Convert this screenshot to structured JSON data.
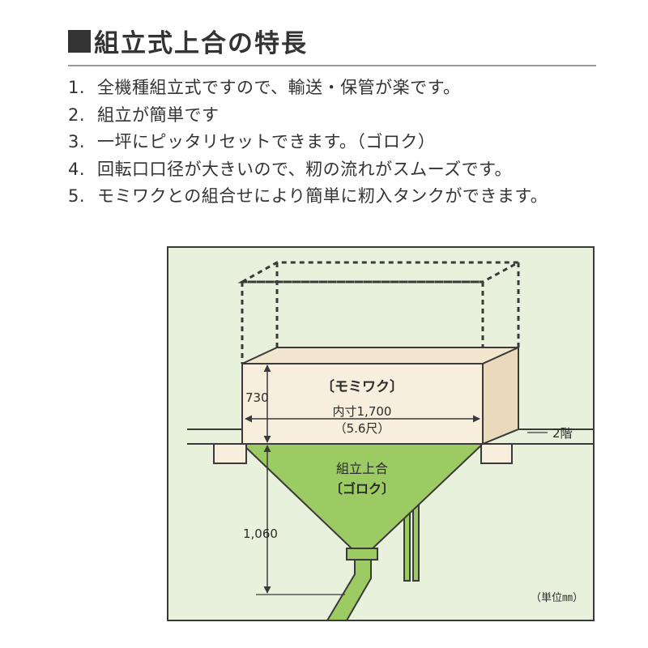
{
  "title": "組立式上合の特長",
  "features": [
    {
      "num": "1.",
      "text": "全機種組立式ですので、輸送・保管が楽です。"
    },
    {
      "num": "2.",
      "text": "組立が簡単です"
    },
    {
      "num": "3.",
      "text": "一坪にピッタリセットできます。（ゴロク）"
    },
    {
      "num": "4.",
      "text": "回転口口径が大きいので、籾の流れがスムーズです。"
    },
    {
      "num": "5.",
      "text": "モミワクとの組合せにより簡単に籾入タンクができます。"
    }
  ],
  "diagram": {
    "upper_box_label": "〔モミワク〕",
    "inner_dimension": "内寸1,700",
    "inner_dimension_shaku": "（5.6尺）",
    "height_upper": "730",
    "height_lower": "1,060",
    "floor_label": "2階",
    "hopper_label": "組立上合",
    "hopper_sublabel": "〔ゴロク〕",
    "unit_note": "（単位㎜）",
    "colors": {
      "background": "#e8f1dc",
      "box_fill": "#f7eedd",
      "hopper_fill": "#9dcb63",
      "outline": "#3a3a3a"
    }
  }
}
